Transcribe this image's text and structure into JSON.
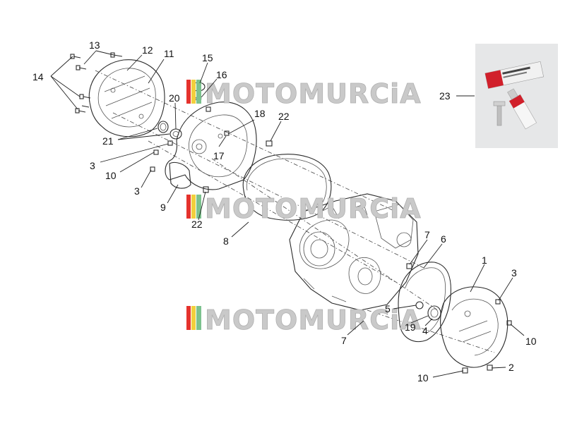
{
  "watermark": {
    "text": "MOTOMURCiA",
    "flag_colors": [
      "#e5322d",
      "#f2cf3c",
      "#7cc28e"
    ]
  },
  "callouts": [
    "1",
    "2",
    "3",
    "3",
    "3",
    "4",
    "5",
    "6",
    "7",
    "7",
    "8",
    "9",
    "10",
    "10",
    "10",
    "11",
    "12",
    "13",
    "14",
    "15",
    "16",
    "17",
    "18",
    "19",
    "20",
    "21",
    "22",
    "22",
    "23"
  ],
  "labels": {
    "l1": "1",
    "l2": "2",
    "l3a": "3",
    "l3b": "3",
    "l3c": "3",
    "l4": "4",
    "l5": "5",
    "l6": "6",
    "l7a": "7",
    "l7b": "7",
    "l8": "8",
    "l9": "9",
    "l10a": "10",
    "l10b": "10",
    "l10c": "10",
    "l11": "11",
    "l12": "12",
    "l13": "13",
    "l14": "14",
    "l15": "15",
    "l16": "16",
    "l17": "17",
    "l18": "18",
    "l19": "19",
    "l20": "20",
    "l21": "21",
    "l22a": "22",
    "l22b": "22",
    "l23": "23"
  },
  "photo": {
    "product": "Threadlocker"
  }
}
